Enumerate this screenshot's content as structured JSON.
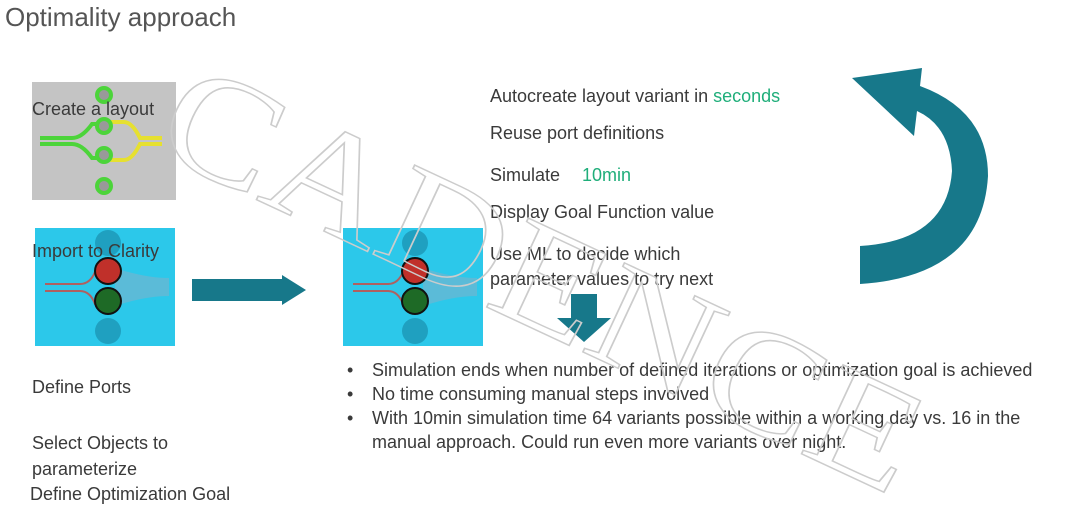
{
  "title": "Optimality approach",
  "left": {
    "create": "Create a layout",
    "import": "Import to Clarity",
    "ports": "Define Ports",
    "select": "Select Objects to parameterize",
    "goal": "Define Optimization Goal"
  },
  "steps": {
    "auto": "Autocreate layout variant in ",
    "auto_hl": "seconds",
    "reuse": "Reuse port definitions",
    "simulate": "Simulate",
    "sim_hl": "10min",
    "display": "Display Goal Function value",
    "ml": "Use ML to decide which parameter values to try next"
  },
  "bullets": [
    "Simulation ends when number of defined iterations or optimization goal is achieved",
    "No time consuming manual steps involved",
    "With 10min simulation time 64 variants possible within a working day vs. 16 in the manual approach. Could run even more variants over night."
  ],
  "watermark": "CADENCE",
  "colors": {
    "teal": "#17788a",
    "cyan": "#2cc8ea",
    "green": "#1fae7a"
  }
}
